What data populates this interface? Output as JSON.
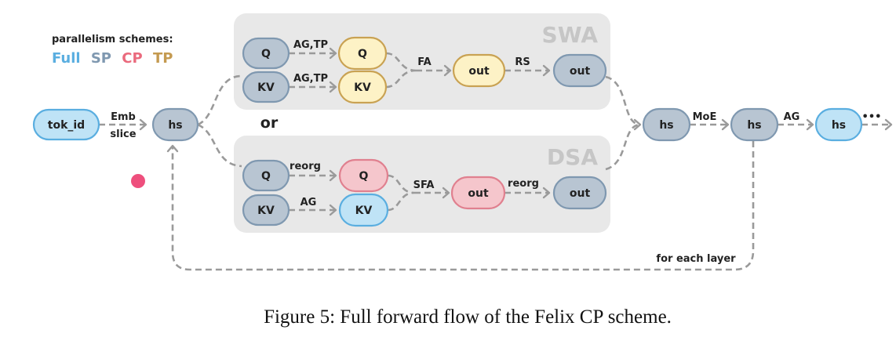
{
  "legend": {
    "title": "parallelism schemes:",
    "items": [
      {
        "text": "Full",
        "color": "#5aaee0"
      },
      {
        "text": "SP",
        "color": "#7f98b0"
      },
      {
        "text": "CP",
        "color": "#ea6a7d"
      },
      {
        "text": "TP",
        "color": "#c49a50"
      }
    ]
  },
  "colors": {
    "Full": {
      "fill": "#bfe3f6",
      "stroke": "#5aaee0"
    },
    "SP": {
      "fill": "#b8c5d2",
      "stroke": "#7f98b0"
    },
    "CP": {
      "fill": "#f5c6cc",
      "stroke": "#e0808f"
    },
    "TP": {
      "fill": "#fdf2c6",
      "stroke": "#c9a253"
    }
  },
  "groups": {
    "swa": {
      "title": "SWA"
    },
    "dsa": {
      "title": "DSA"
    }
  },
  "or_label": "or",
  "nodes": {
    "tok_id": {
      "label": "tok_id",
      "scheme": "Full"
    },
    "hs_in": {
      "label": "hs",
      "scheme": "SP"
    },
    "swa_q": {
      "label": "Q",
      "scheme": "SP"
    },
    "swa_kv": {
      "label": "KV",
      "scheme": "SP"
    },
    "swa_q2": {
      "label": "Q",
      "scheme": "TP"
    },
    "swa_kv2": {
      "label": "KV",
      "scheme": "TP"
    },
    "swa_out": {
      "label": "out",
      "scheme": "TP"
    },
    "swa_out2": {
      "label": "out",
      "scheme": "SP"
    },
    "dsa_q": {
      "label": "Q",
      "scheme": "SP"
    },
    "dsa_kv": {
      "label": "KV",
      "scheme": "SP"
    },
    "dsa_q2": {
      "label": "Q",
      "scheme": "CP"
    },
    "dsa_kv2": {
      "label": "KV",
      "scheme": "Full"
    },
    "dsa_out": {
      "label": "out",
      "scheme": "CP"
    },
    "dsa_out2": {
      "label": "out",
      "scheme": "SP"
    },
    "hs_mid": {
      "label": "hs",
      "scheme": "SP"
    },
    "hs_moe": {
      "label": "hs",
      "scheme": "SP"
    },
    "hs_final": {
      "label": "hs",
      "scheme": "Full"
    }
  },
  "edge_labels": {
    "emb": "Emb",
    "slice": "slice",
    "swa_ag_tp_q": "AG,TP",
    "swa_ag_tp_kv": "AG,TP",
    "fa": "FA",
    "rs": "RS",
    "reorg_q": "reorg",
    "ag_kv": "AG",
    "sfa": "SFA",
    "reorg_out": "reorg",
    "moe": "MoE",
    "ag_final": "AG",
    "loop": "for each layer",
    "ellipsis": "•••"
  },
  "marker_color": "#ee4f7d",
  "caption": "Figure 5: Full forward flow of the Felix CP scheme."
}
